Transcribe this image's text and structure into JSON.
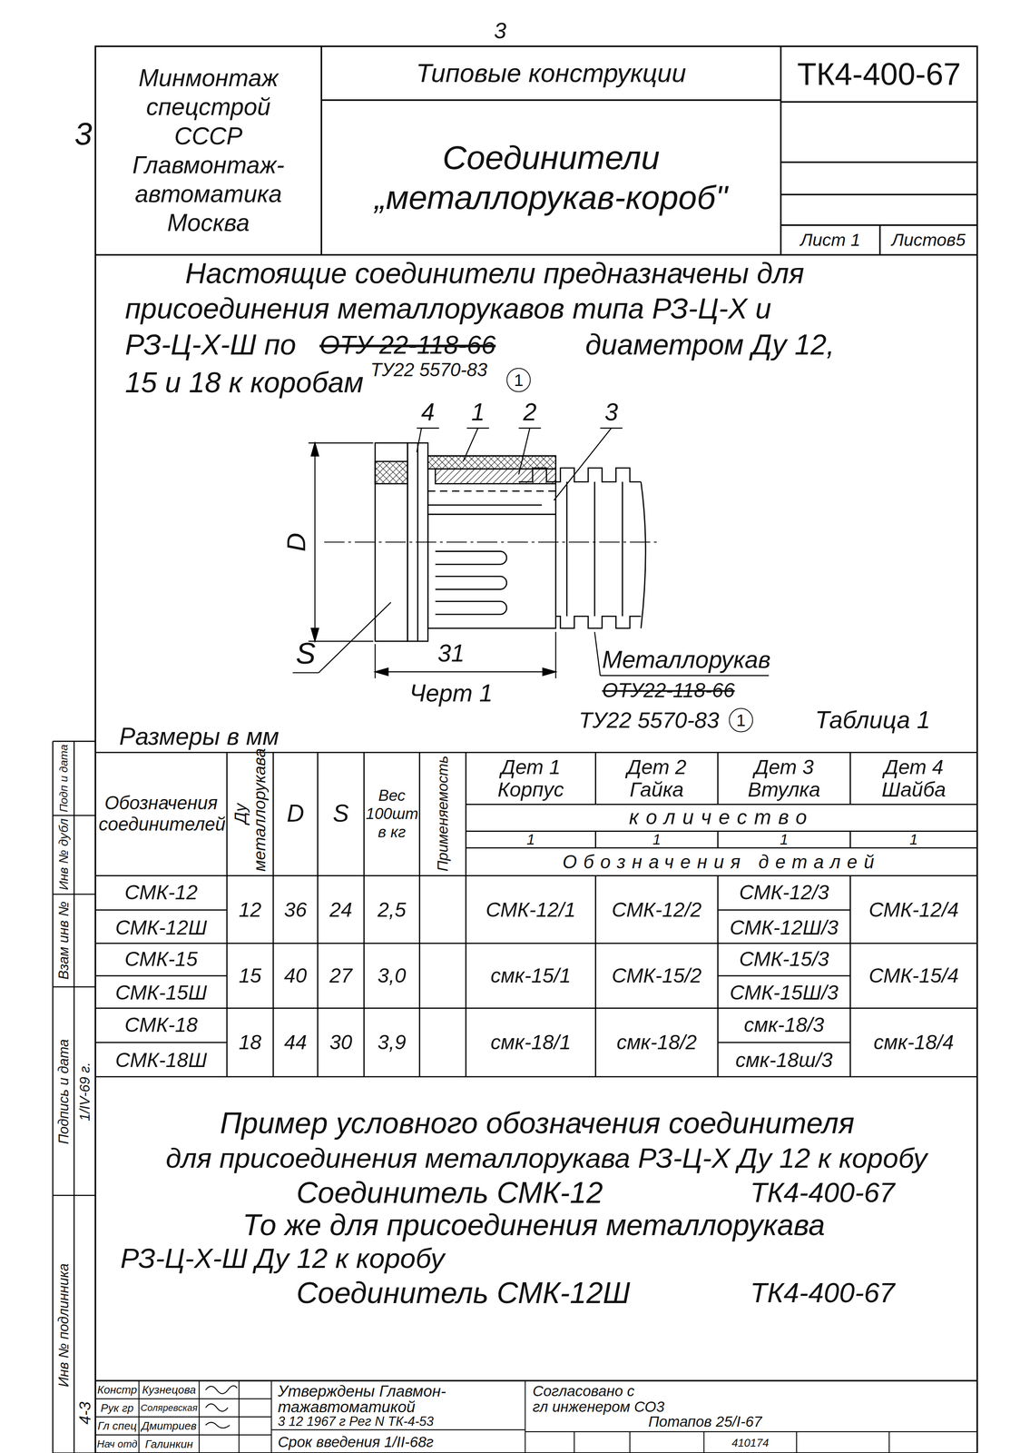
{
  "diagram": {
    "nodes": [
      {
        "text": [
          "Минмонтаж спецстрой СССР Главмонтаж-автоматика Москва"
        ]
      },
      {
        "text": [
          "Типовые конструкции"
        ]
      },
      {
        "text": [
          "Соединители „металлорукав-короб\""
        ]
      },
      {
        "text": [
          "ТК4-400-67"
        ]
      },
      {
        "text": [
          "Лист 1"
        ]
      },
      {
        "text": [
          "Листов5"
        ]
      }
    ],
    "labels": [
      "3",
      "3",
      "Настоящие соединители предназначены для",
      "присоединения металлорукавов типа РЗ-Ц-Х и",
      "РЗ-Ц-Х-Ш по",
      "ОТУ 22-118-66",
      "диаметром Ду 12,",
      "15 и 18 к коробам",
      "ТУ22 5570-83",
      "1",
      "4",
      "1",
      "2",
      "3",
      "D",
      "S",
      "31",
      "Черт 1",
      "Металлорукав",
      "ОТУ22-118-66",
      "ТУ22 5570-83",
      "1",
      "Таблица 1",
      "Размеры в мм",
      "Обозначения соединителей",
      "Ду металлорукава",
      "D",
      "S",
      "Вес 100шт в кг",
      "Применяемость",
      "Дет 1",
      "Корпус",
      "Дет 2",
      "Гайка",
      "Дет 3",
      "Втулка",
      "Дет 4",
      "Шайба",
      "количество",
      "1",
      "1",
      "1",
      "1",
      "Обозначения деталей",
      "СМК-12",
      "СМК-12Ш",
      "12",
      "36",
      "24",
      "2,5",
      "СМК-12/1",
      "СМК-12/2",
      "СМК-12/3",
      "СМК-12Ш/3",
      "СМК-12/4",
      "СМК-15",
      "СМК-15Ш",
      "15",
      "40",
      "27",
      "3,0",
      "смк-15/1",
      "СМК-15/2",
      "СМК-15/3",
      "СМК-15Ш/3",
      "СМК-15/4",
      "СМК-18",
      "СМК-18Ш",
      "18",
      "44",
      "30",
      "3,9",
      "смк-18/1",
      "смк-18/2",
      "смк-18/3",
      "смк-18ш/3",
      "смк-18/4",
      "Пример условного обозначения соединителя",
      "для присоединения металлорукава РЗ-Ц-Х Ду 12 к коробу",
      "Соединитель СМК-12",
      "ТК4-400-67",
      "То же для присоединения металлорукава",
      "РЗ-Ц-Х-Ш Ду 12 к коробу",
      "Соединитель СМК-12Ш",
      "ТК4-400-67",
      "Подп и дата",
      "Инв № дубл",
      "Взам инв №",
      "Подпись и дата",
      "Инв № подлинника",
      "1/IV-69 г.",
      "4-3",
      "Констр",
      "Кузнецова",
      "Рук гр",
      "Соляревская",
      "Гл спец",
      "Дмитриев",
      "Нач отд",
      "Галинкин",
      "Утверждены Главмон-",
      "тажавтоматикой",
      "3 12 1967 г Рег N ТК-4-53",
      "Срок введения 1/II-68г",
      "Согласовано с",
      "гл инженером СО3",
      "Потапов 25/I-67",
      "410174"
    ]
  }
}
